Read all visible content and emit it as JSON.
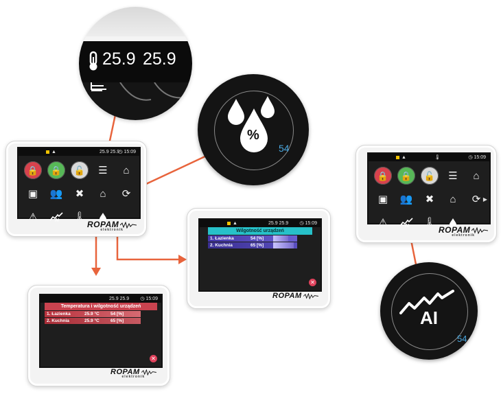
{
  "status_bar": {
    "temp_pair": "25.9 25.9",
    "time": "15:09"
  },
  "zoom_temperature": {
    "value1": "25.9",
    "value2": "25.9"
  },
  "zoom_humidity": {
    "symbol": "%",
    "badge": "54"
  },
  "zoom_ai": {
    "label": "AI",
    "badge": "54"
  },
  "humidity_screen": {
    "title": "Wilgotność urządzeń",
    "rows": [
      {
        "name": "1. Łazienka",
        "humidity": "54 [%]"
      },
      {
        "name": "2. Kuchnia",
        "humidity": "65 [%]"
      }
    ]
  },
  "temp_humidity_screen": {
    "title": "Temperatura i wilgotność urządzeń",
    "rows": [
      {
        "name": "1. Łazienka",
        "temperature": "25.9 °C",
        "humidity": "54 [%]"
      },
      {
        "name": "2. Kuchnia",
        "temperature": "25.9 °C",
        "humidity": "65 [%]"
      }
    ]
  },
  "brand": {
    "name": "ROPAM",
    "sub": "elektronik"
  },
  "colors": {
    "accent_orange": "#e8643c",
    "cyan_header": "#27c1c9",
    "red_header": "#c9434f",
    "humidity_bar": "#7a6cd0"
  }
}
